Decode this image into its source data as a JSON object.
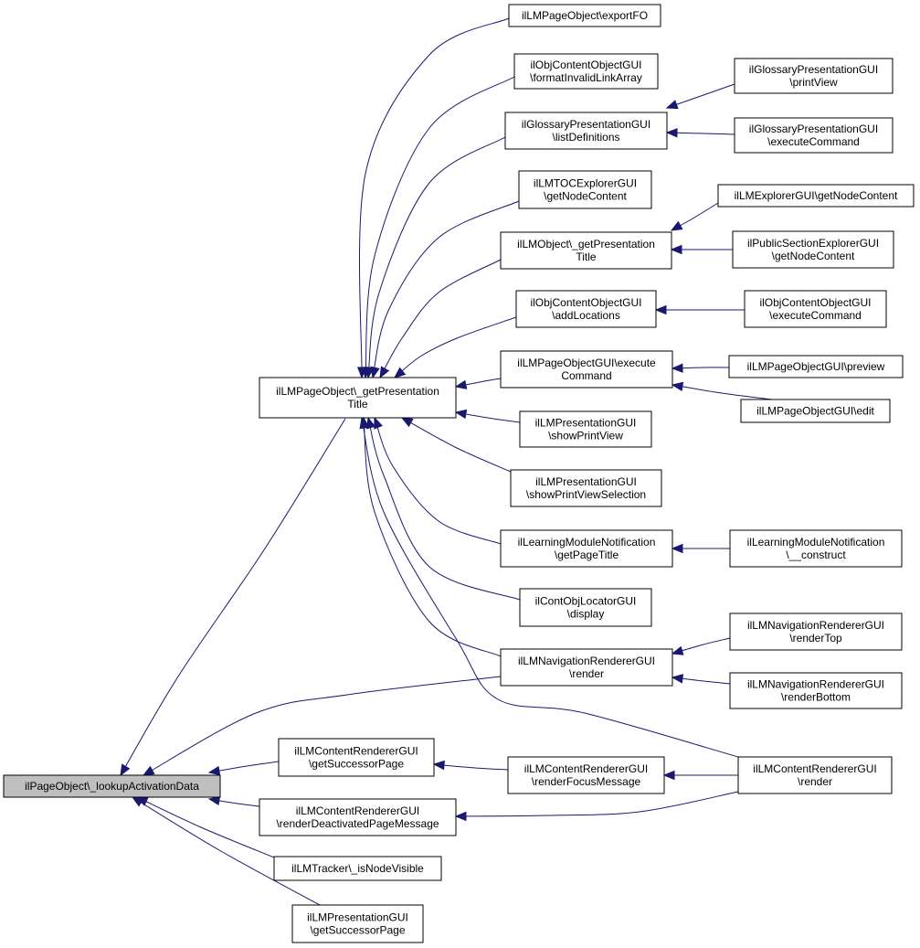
{
  "diagram": {
    "type": "caller-graph",
    "colors": {
      "edge": "#191970",
      "box_border": "#000000",
      "root_fill": "#bfbfbf",
      "box_fill": "#ffffff"
    },
    "nodes": [
      {
        "id": "root",
        "lines": [
          "ilPageObject\\_lookupActivationData"
        ],
        "highlighted": true
      },
      {
        "id": "lmpo_gpt",
        "lines": [
          "ilLMPageObject\\_getPresentation",
          "Title"
        ]
      },
      {
        "id": "lmpo_exportfo",
        "lines": [
          "ilLMPageObject\\exportFO"
        ]
      },
      {
        "id": "occ_fila",
        "lines": [
          "ilObjContentObjectGUI",
          "\\formatInvalidLinkArray"
        ]
      },
      {
        "id": "gp_listdef",
        "lines": [
          "ilGlossaryPresentationGUI",
          "\\listDefinitions"
        ]
      },
      {
        "id": "gp_printview",
        "lines": [
          "ilGlossaryPresentationGUI",
          "\\printView"
        ]
      },
      {
        "id": "gp_exec",
        "lines": [
          "ilGlossaryPresentationGUI",
          "\\executeCommand"
        ]
      },
      {
        "id": "toc_gnc",
        "lines": [
          "ilLMTOCExplorerGUI",
          "\\getNodeContent"
        ]
      },
      {
        "id": "lmo_gpt",
        "lines": [
          "ilLMObject\\_getPresentation",
          "Title"
        ]
      },
      {
        "id": "expl_gnc",
        "lines": [
          "ilLMExplorerGUI\\getNodeContent"
        ]
      },
      {
        "id": "pse_gnc",
        "lines": [
          "ilPublicSectionExplorerGUI",
          "\\getNodeContent"
        ]
      },
      {
        "id": "occ_addloc",
        "lines": [
          "ilObjContentObjectGUI",
          "\\addLocations"
        ]
      },
      {
        "id": "occ_exec",
        "lines": [
          "ilObjContentObjectGUI",
          "\\executeCommand"
        ]
      },
      {
        "id": "lmpog_exec",
        "lines": [
          "ilLMPageObjectGUI\\execute",
          "Command"
        ]
      },
      {
        "id": "lmpog_preview",
        "lines": [
          "ilLMPageObjectGUI\\preview"
        ]
      },
      {
        "id": "lmpog_edit",
        "lines": [
          "ilLMPageObjectGUI\\edit"
        ]
      },
      {
        "id": "lmp_spv",
        "lines": [
          "ilLMPresentationGUI",
          "\\showPrintView"
        ]
      },
      {
        "id": "lmp_spvs",
        "lines": [
          "ilLMPresentationGUI",
          "\\showPrintViewSelection"
        ]
      },
      {
        "id": "lmn_gpt",
        "lines": [
          "ilLearningModuleNotification",
          "\\getPageTitle"
        ]
      },
      {
        "id": "lmn_construct",
        "lines": [
          "ilLearningModuleNotification",
          "\\__construct"
        ]
      },
      {
        "id": "col_display",
        "lines": [
          "ilContObjLocatorGUI",
          "\\display"
        ]
      },
      {
        "id": "nav_render",
        "lines": [
          "ilLMNavigationRendererGUI",
          "\\render"
        ]
      },
      {
        "id": "nav_top",
        "lines": [
          "ilLMNavigationRendererGUI",
          "\\renderTop"
        ]
      },
      {
        "id": "nav_bottom",
        "lines": [
          "ilLMNavigationRendererGUI",
          "\\renderBottom"
        ]
      },
      {
        "id": "cr_gsp",
        "lines": [
          "ilLMContentRendererGUI",
          "\\getSuccessorPage"
        ]
      },
      {
        "id": "cr_rfm",
        "lines": [
          "ilLMContentRendererGUI",
          "\\renderFocusMessage"
        ]
      },
      {
        "id": "cr_render",
        "lines": [
          "ilLMContentRendererGUI",
          "\\render"
        ]
      },
      {
        "id": "cr_rdpm",
        "lines": [
          "ilLMContentRendererGUI",
          "\\renderDeactivatedPageMessage"
        ]
      },
      {
        "id": "tracker_inv",
        "lines": [
          "ilLMTracker\\_isNodeVisible"
        ]
      },
      {
        "id": "lmp_gsp",
        "lines": [
          "ilLMPresentationGUI",
          "\\getSuccessorPage"
        ]
      }
    ],
    "edges": [
      {
        "from": "lmpo_gpt",
        "to": "root"
      },
      {
        "from": "nav_render",
        "to": "root"
      },
      {
        "from": "cr_gsp",
        "to": "root"
      },
      {
        "from": "cr_rdpm",
        "to": "root"
      },
      {
        "from": "tracker_inv",
        "to": "root"
      },
      {
        "from": "lmp_gsp",
        "to": "root"
      },
      {
        "from": "lmpo_exportfo",
        "to": "lmpo_gpt"
      },
      {
        "from": "occ_fila",
        "to": "lmpo_gpt"
      },
      {
        "from": "gp_listdef",
        "to": "lmpo_gpt"
      },
      {
        "from": "toc_gnc",
        "to": "lmpo_gpt"
      },
      {
        "from": "lmo_gpt",
        "to": "lmpo_gpt"
      },
      {
        "from": "occ_addloc",
        "to": "lmpo_gpt"
      },
      {
        "from": "lmpog_exec",
        "to": "lmpo_gpt"
      },
      {
        "from": "lmp_spv",
        "to": "lmpo_gpt"
      },
      {
        "from": "lmp_spvs",
        "to": "lmpo_gpt"
      },
      {
        "from": "lmn_gpt",
        "to": "lmpo_gpt"
      },
      {
        "from": "col_display",
        "to": "lmpo_gpt"
      },
      {
        "from": "nav_render",
        "to": "lmpo_gpt"
      },
      {
        "from": "cr_render",
        "to": "lmpo_gpt"
      },
      {
        "from": "gp_printview",
        "to": "gp_listdef"
      },
      {
        "from": "gp_exec",
        "to": "gp_listdef"
      },
      {
        "from": "expl_gnc",
        "to": "lmo_gpt"
      },
      {
        "from": "pse_gnc",
        "to": "lmo_gpt"
      },
      {
        "from": "occ_exec",
        "to": "occ_addloc"
      },
      {
        "from": "lmpog_preview",
        "to": "lmpog_exec"
      },
      {
        "from": "lmpog_edit",
        "to": "lmpog_exec"
      },
      {
        "from": "lmn_construct",
        "to": "lmn_gpt"
      },
      {
        "from": "nav_top",
        "to": "nav_render"
      },
      {
        "from": "nav_bottom",
        "to": "nav_render"
      },
      {
        "from": "cr_rfm",
        "to": "cr_gsp"
      },
      {
        "from": "cr_render",
        "to": "cr_rfm"
      },
      {
        "from": "cr_render",
        "to": "cr_rdpm"
      }
    ]
  }
}
